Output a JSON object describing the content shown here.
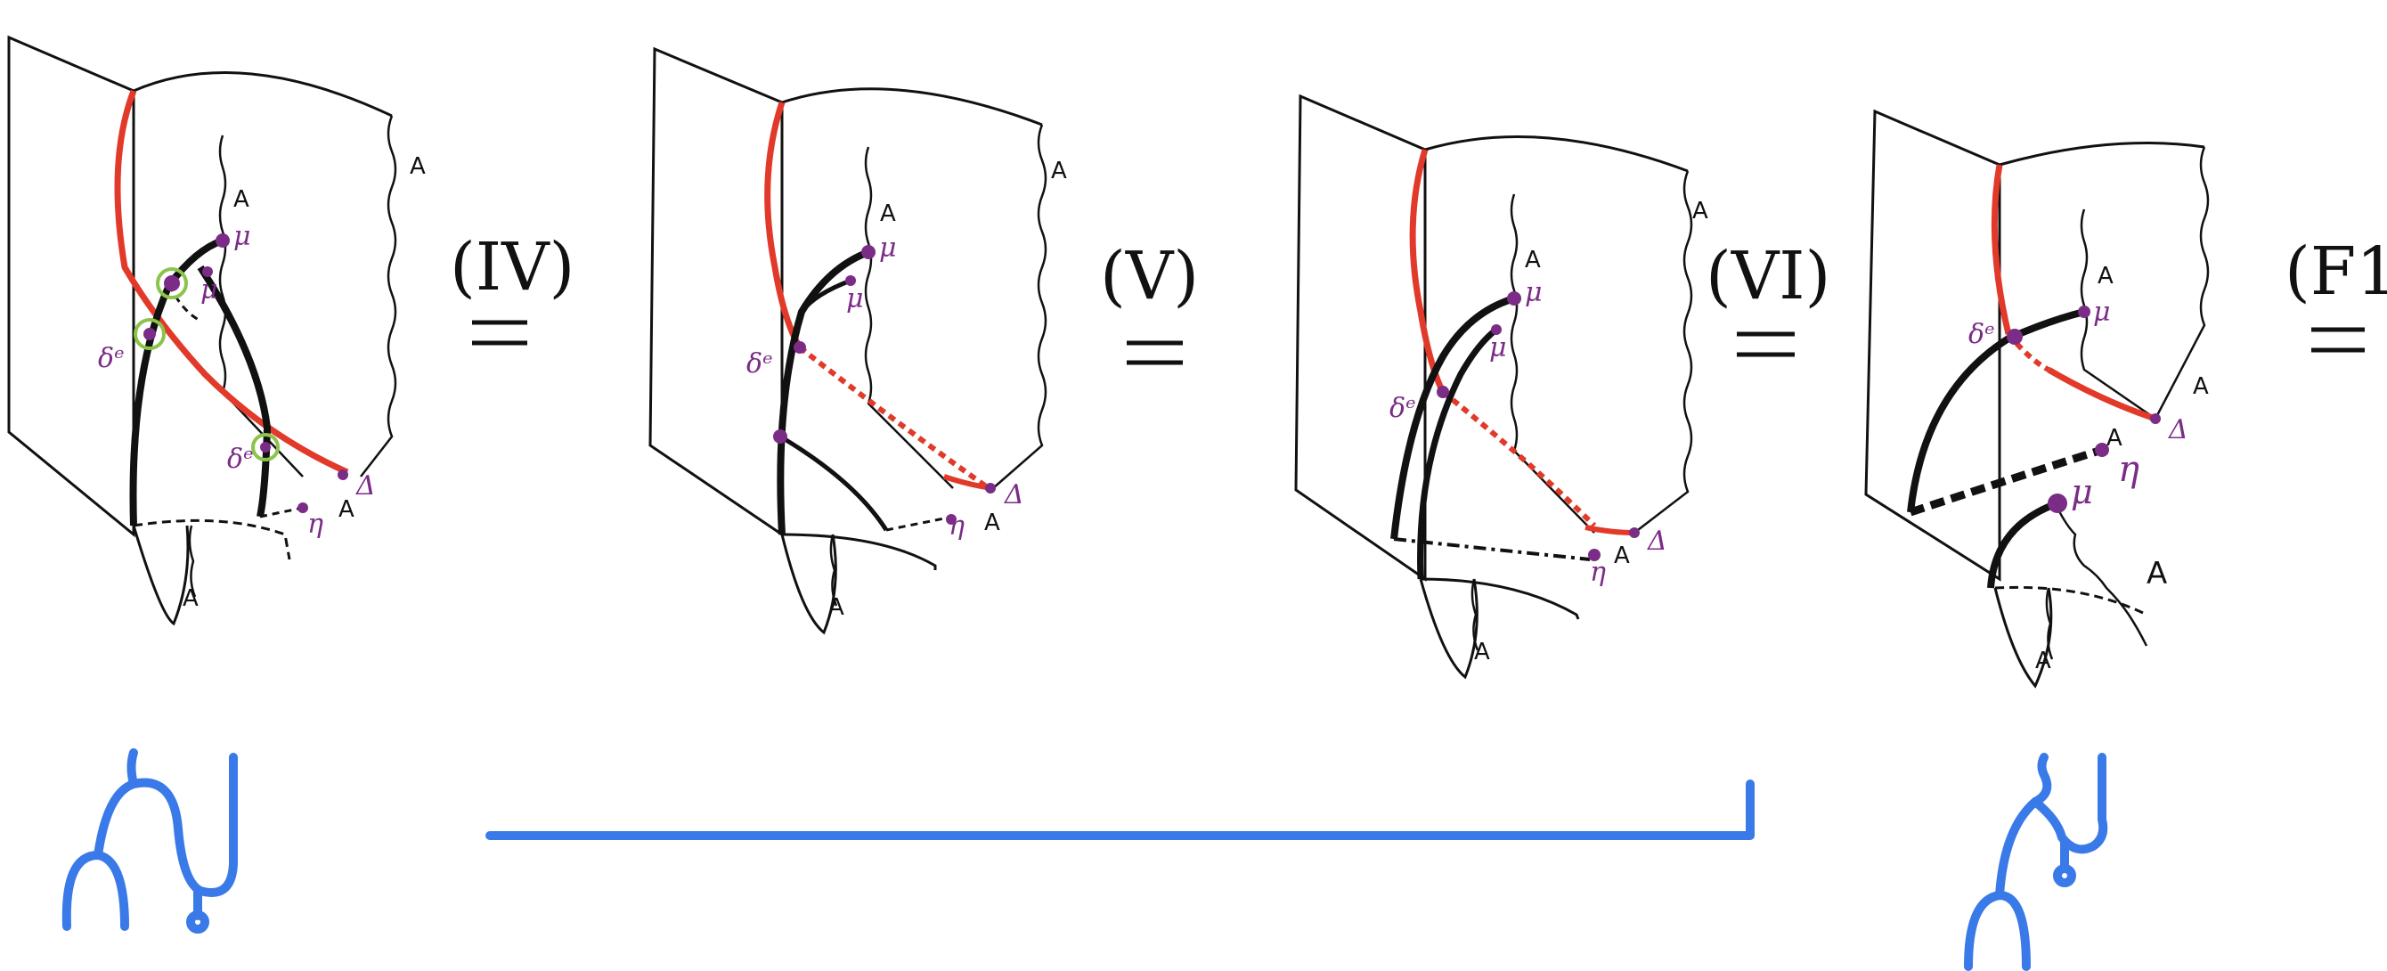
{
  "colors": {
    "ink": "#111111",
    "red": "#e23a2a",
    "purple": "#7a2c86",
    "green": "#8cc34a",
    "blue": "#3a7ae8"
  },
  "labels": {
    "A": "A",
    "mu": "μ",
    "delta_e": "δᵉ",
    "eta": "η",
    "Delta": "Δ"
  },
  "moves": [
    "(IV)",
    "(V)",
    "(VI)",
    "(F1)"
  ],
  "icons": [
    "tree-diagram-icon-left",
    "tree-diagram-icon-right"
  ]
}
